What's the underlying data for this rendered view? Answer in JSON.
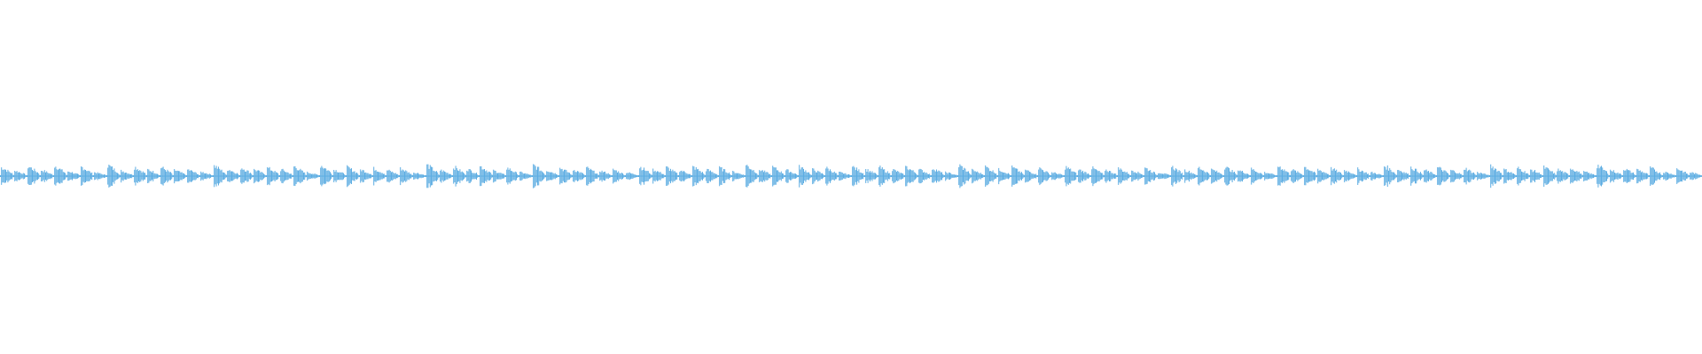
{
  "waveform": {
    "color": "#5dade2",
    "background": "#ffffff",
    "envelope": [
      0.8,
      0.5,
      0.9,
      0.55,
      0.95,
      0.45,
      0.85,
      0.35,
      1.0,
      0.5,
      0.85,
      0.6,
      0.8,
      0.55,
      0.6,
      0.4,
      0.95,
      0.65,
      0.8,
      0.6,
      0.75,
      0.6,
      0.9,
      0.35,
      1.0,
      0.6,
      0.8,
      0.6,
      0.7,
      0.55,
      0.7,
      0.35,
      1.0,
      0.55,
      0.85,
      0.65,
      0.9,
      0.5,
      0.75,
      0.35,
      1.0,
      0.55,
      0.75,
      0.6,
      0.75,
      0.5,
      0.6,
      0.35,
      0.85,
      0.6,
      0.8,
      0.55,
      0.85,
      0.6,
      0.75,
      0.4,
      1.0,
      0.6,
      0.8,
      0.55,
      0.85,
      0.6,
      0.75,
      0.35,
      0.85,
      0.6,
      0.8,
      0.6,
      0.85,
      0.6,
      0.75,
      0.35,
      1.0,
      0.55,
      0.85,
      0.6,
      0.8,
      0.55,
      0.75,
      0.35,
      0.85,
      0.6,
      0.75,
      0.6,
      0.7,
      0.55,
      0.75,
      0.35,
      0.85,
      0.55,
      0.8,
      0.6,
      0.85,
      0.55,
      0.65,
      0.35,
      0.95,
      0.6,
      0.85,
      0.6,
      0.7,
      0.55,
      0.65,
      0.35,
      0.95,
      0.6,
      0.8,
      0.55,
      0.8,
      0.55,
      0.75,
      0.35,
      0.95,
      0.6,
      0.75,
      0.6,
      0.8,
      0.6,
      0.75,
      0.4,
      1.0,
      0.55,
      0.7,
      0.6,
      0.75,
      0.4,
      0.7,
      0.35
    ]
  }
}
